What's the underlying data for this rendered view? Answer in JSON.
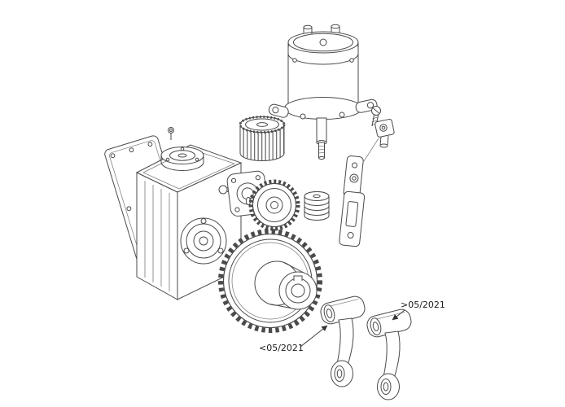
{
  "figure": {
    "background": "#ffffff",
    "line_color": "#4a4a4a",
    "label_color": "#1a1a1a"
  },
  "annotations": {
    "pre_2021": "<05/2021",
    "post_2021": ">05/2021"
  },
  "parts": {
    "gasket": "mounting-gasket",
    "housing": "gearbox-housing",
    "flange": "bearing-flange-plate",
    "helical_gear": "motor-pinion-gear",
    "spur_gear": "intermediate-gear",
    "coupling": "splined-coupling",
    "motor": "electric-motor",
    "microswitch": "limit-microswitch",
    "bracket": "limit-switch-bracket",
    "output_gear": "output-gear",
    "arm_pre": "lever-arm-pre-05-2021",
    "arm_post": "lever-arm-post-05-2021"
  }
}
